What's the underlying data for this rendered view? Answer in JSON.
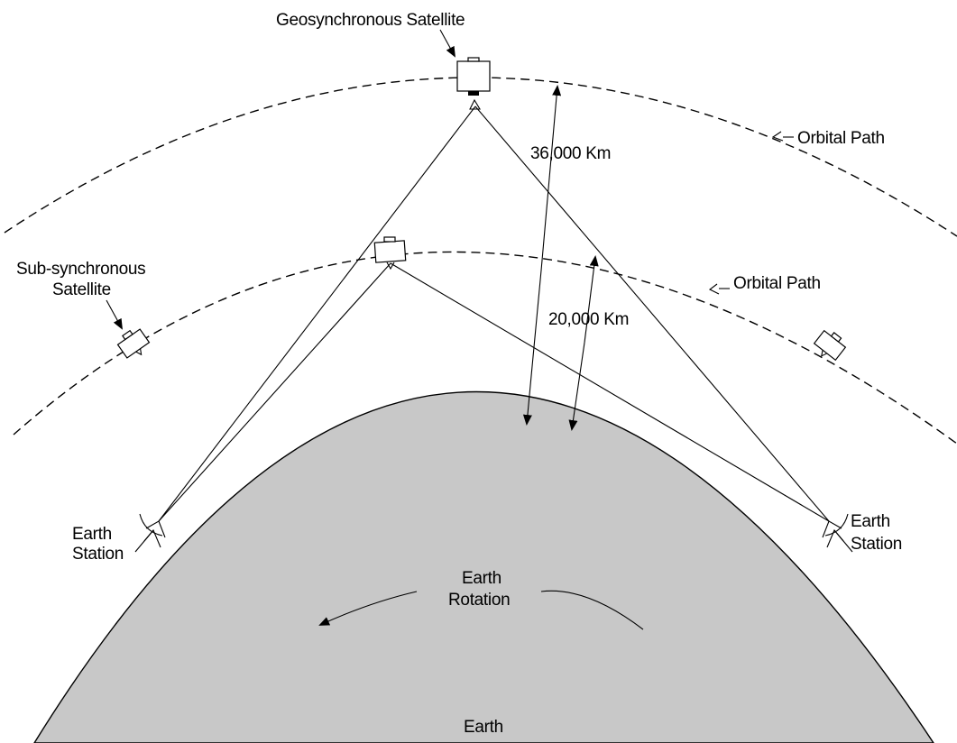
{
  "labels": {
    "geo_satellite": "Geosynchronous Satellite",
    "orbital_path_outer": "Orbital Path",
    "orbital_path_inner": "Orbital Path",
    "dist_geo": "36,000 Km",
    "dist_sub": "20,000 Km",
    "sub_satellite_line1": "Sub-synchronous",
    "sub_satellite_line2": "Satellite",
    "earth_station_left_line1": "Earth",
    "earth_station_left_line2": "Station",
    "earth_station_right_line1": "Earth",
    "earth_station_right_line2": "Station",
    "earth_rotation_line1": "Earth",
    "earth_rotation_line2": "Rotation",
    "earth": "Earth"
  },
  "colors": {
    "earth_fill": "#c8c8c8",
    "line": "#000000",
    "background": "#ffffff"
  }
}
